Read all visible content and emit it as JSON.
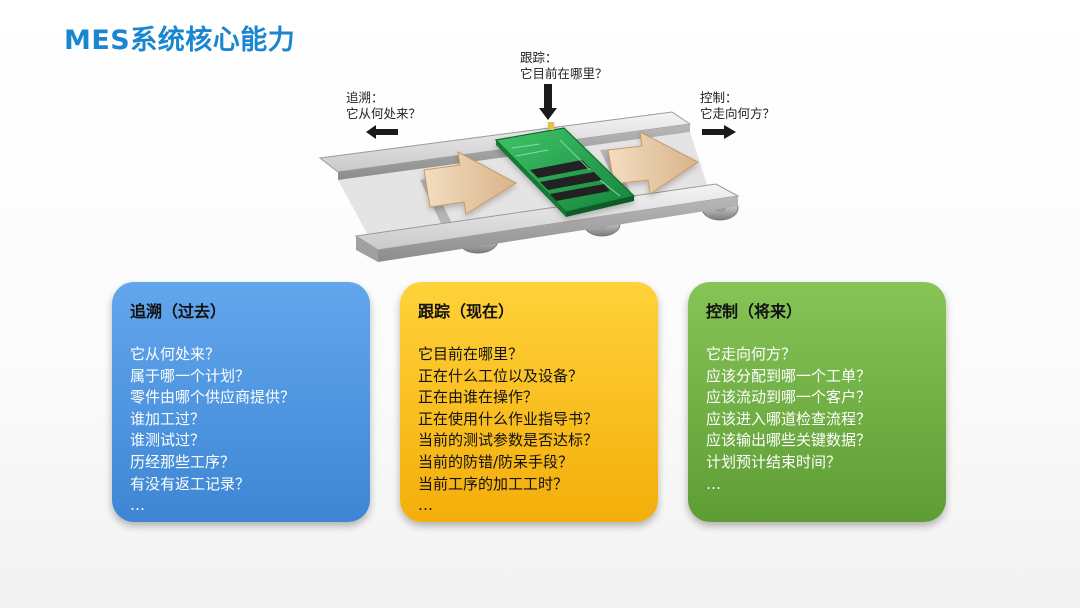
{
  "title": "MES系统核心能力",
  "callouts": {
    "left": {
      "line1": "追溯：",
      "line2": "它从何处来？"
    },
    "mid": {
      "line1": "跟踪：",
      "line2": "它目前在哪里？"
    },
    "right": {
      "line1": "控制：",
      "line2": "它走向何方？"
    }
  },
  "cards": [
    {
      "title": "追溯（过去）",
      "color": "#4a90de",
      "items": [
        "它从何处来？",
        "属于哪一个计划？",
        "零件由哪个供应商提供？",
        "谁加工过？",
        "谁测试过？",
        "历经那些工序？",
        "有没有返工记录？",
        "…"
      ]
    },
    {
      "title": "跟踪（现在）",
      "color": "#f8bc1a",
      "items": [
        "它目前在哪里？",
        "正在什么工位以及设备？",
        "正在由谁在操作？",
        "正在使用什么作业指导书？",
        "当前的测试参数是否达标？",
        "当前的防错/防呆手段？",
        "当前工序的加工工时？",
        "…"
      ]
    },
    {
      "title": "控制（将来）",
      "color": "#72b048",
      "items": [
        "它走向何方？",
        "应该分配到哪一个工单？",
        "应该流动到哪一个客户？",
        "应该进入哪道检查流程？",
        "应该输出哪些关键数据？",
        "计划预计结束时间？",
        "…"
      ]
    }
  ]
}
